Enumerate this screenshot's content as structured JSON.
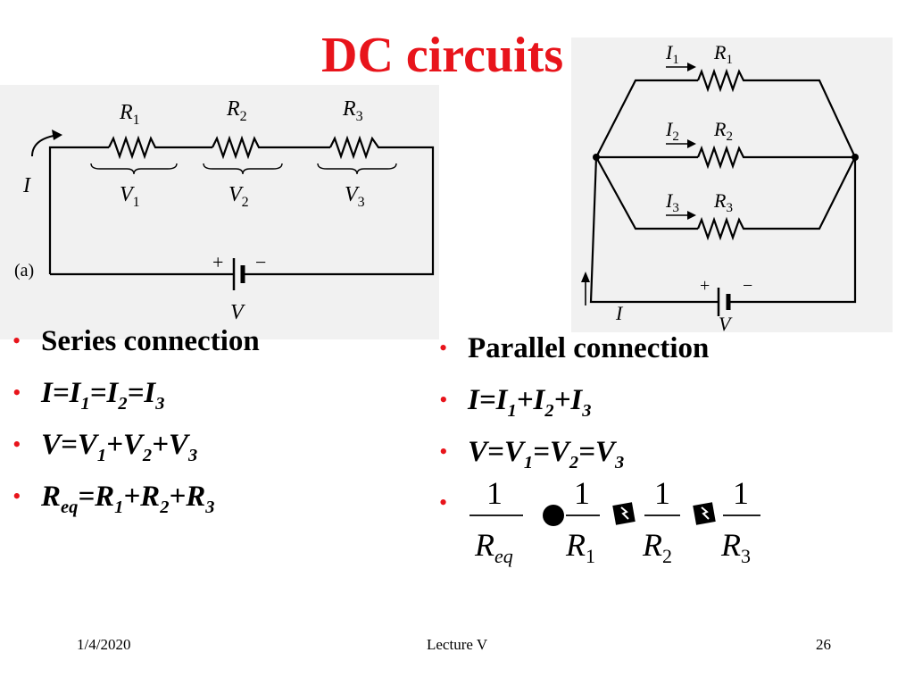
{
  "slide": {
    "title": "DC circuits",
    "series_figure": {
      "current_label": "I",
      "part_label": "(a)",
      "resistors": [
        {
          "name": "R",
          "sub": "1",
          "vname": "V",
          "vsub": "1"
        },
        {
          "name": "R",
          "sub": "2",
          "vname": "V",
          "vsub": "2"
        },
        {
          "name": "R",
          "sub": "3",
          "vname": "V",
          "vsub": "3"
        }
      ],
      "battery_plus": "+",
      "battery_minus": "−",
      "battery_label": "V"
    },
    "parallel_figure": {
      "branches": [
        {
          "i": "I",
          "isub": "1",
          "r": "R",
          "rsub": "1"
        },
        {
          "i": "I",
          "isub": "2",
          "r": "R",
          "rsub": "2"
        },
        {
          "i": "I",
          "isub": "3",
          "r": "R",
          "rsub": "3"
        }
      ],
      "battery_plus": "+",
      "battery_minus": "−",
      "battery_label": "V",
      "current_label": "I"
    },
    "left_bullets": {
      "heading": "Series connection",
      "current": {
        "a": "I",
        "b": "=I",
        "b_sub": "1",
        "c": "=I",
        "c_sub": "2",
        "d": "=I",
        "d_sub": "3"
      },
      "voltage": {
        "a": "V",
        "b": "=V",
        "b_sub": "1",
        "c": "+V",
        "c_sub": "2",
        "d": "+V",
        "d_sub": "3"
      },
      "resistance": {
        "a": "R",
        "a_sub": "eq",
        "b": "=R",
        "b_sub": "1",
        "c": "+R",
        "c_sub": "2",
        "d": "+R",
        "d_sub": "3"
      }
    },
    "right_bullets": {
      "heading": "Parallel connection",
      "current": {
        "a": "I",
        "b": "=I",
        "b_sub": "1",
        "c": "+I",
        "c_sub": "2",
        "d": "+I",
        "d_sub": "3"
      },
      "voltage": {
        "a": "V",
        "b": "=V",
        "b_sub": "1",
        "c": "=V",
        "c_sub": "2",
        "d": "=V",
        "d_sub": "3"
      },
      "formula": {
        "numerator": "1",
        "denominators": [
          {
            "base": "R",
            "sub": "eq"
          },
          {
            "base": "R",
            "sub": "1"
          },
          {
            "base": "R",
            "sub": "2"
          },
          {
            "base": "R",
            "sub": "3"
          }
        ]
      }
    },
    "footer": {
      "date": "1/4/2020",
      "center": "Lecture V",
      "page": "26"
    },
    "colors": {
      "title": "#e8141b",
      "bullet": "#e8141b",
      "figure_bg": "#f1f1f1"
    }
  }
}
